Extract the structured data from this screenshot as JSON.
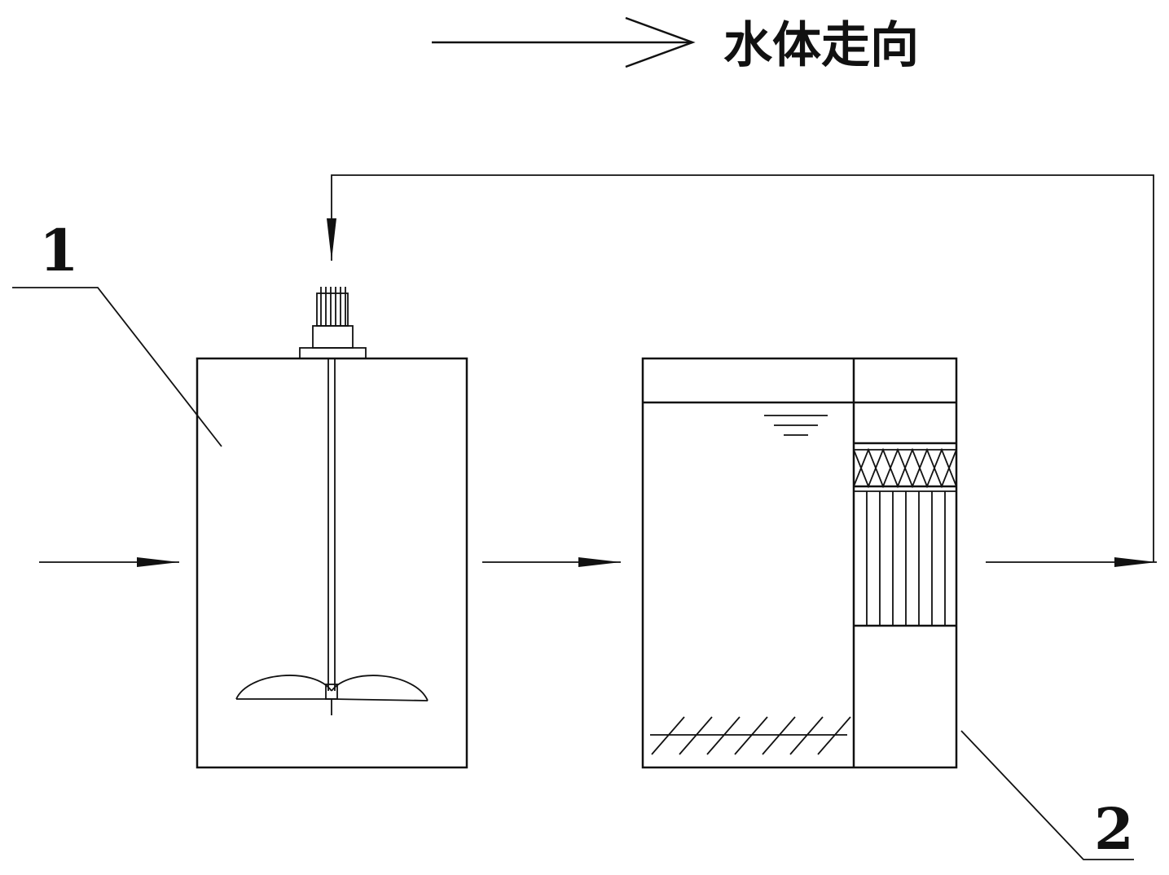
{
  "legend": {
    "text": "水体走向"
  },
  "labels": {
    "unit_one": "1",
    "unit_two": "2"
  },
  "colors": {
    "line": "#111111",
    "background": "#ffffff"
  }
}
